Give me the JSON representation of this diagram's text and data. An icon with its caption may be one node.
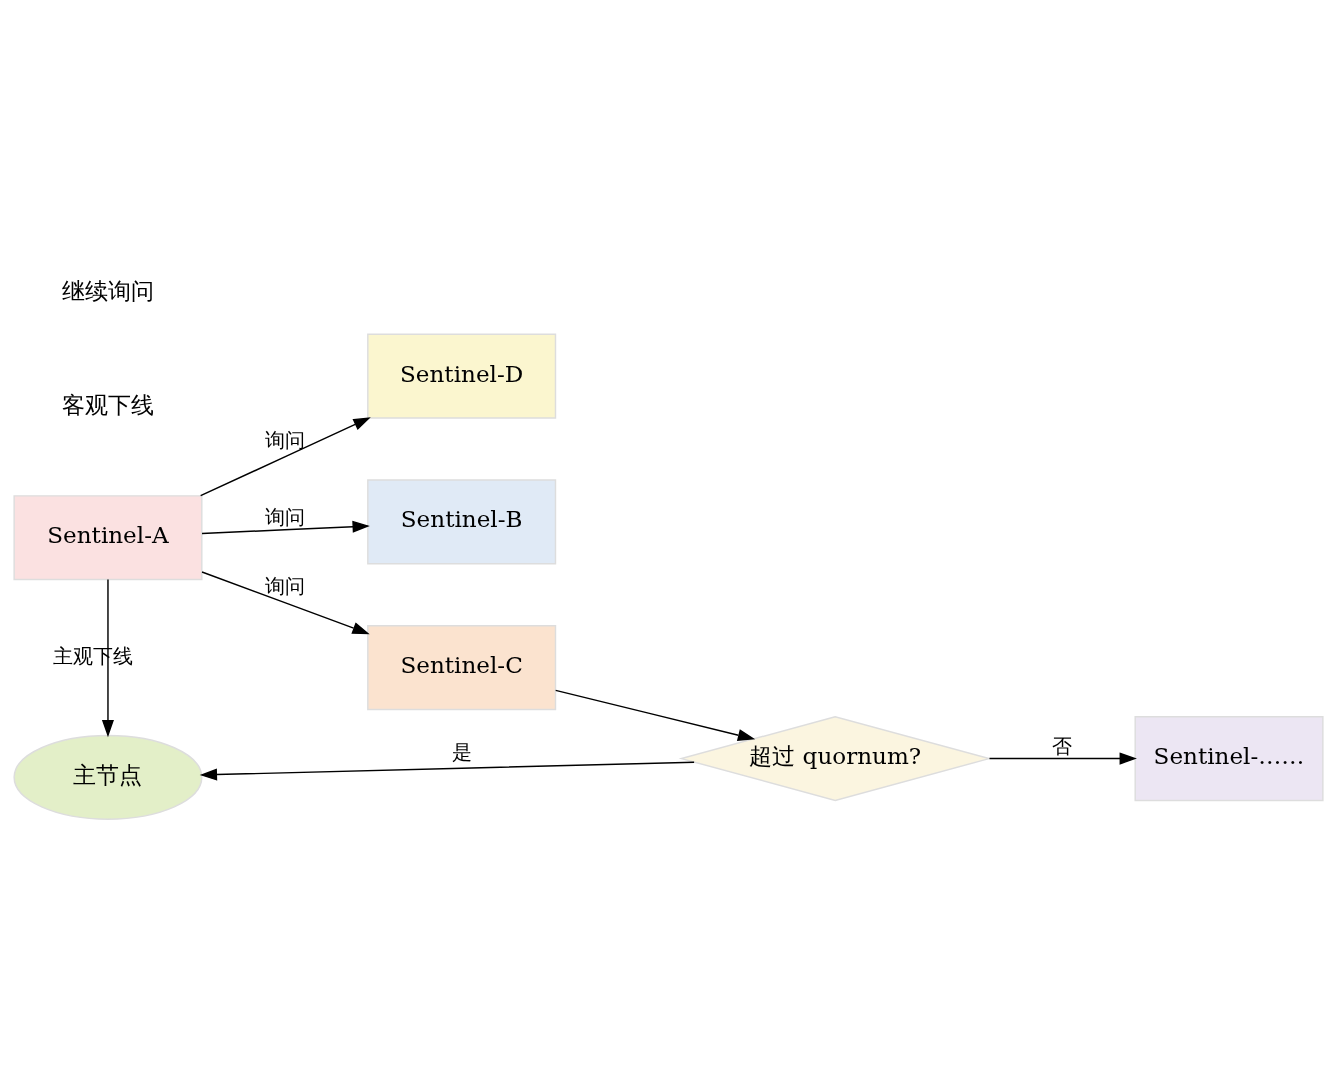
{
  "diagram": {
    "nodes": [
      {
        "text": [
          "主节点"
        ]
      },
      {
        "text": [
          "Sentinel-A"
        ]
      },
      {
        "text": [
          "Sentinel-B"
        ]
      },
      {
        "text": [
          "Sentinel-C"
        ]
      },
      {
        "text": [
          "Sentinel-D"
        ]
      },
      {
        "text": [
          "Sentinel-……"
        ]
      },
      {
        "text": [
          "超过 quornum?"
        ]
      }
    ],
    "edges": [
      {
        "from": 1,
        "to": 0,
        "arrow": "to",
        "label": "主观下线"
      },
      {
        "from": 1,
        "to": 2,
        "arrow": "to",
        "label": "询问"
      },
      {
        "from": 1,
        "to": 3,
        "arrow": "to",
        "label": "询问"
      },
      {
        "from": 1,
        "to": 4,
        "arrow": "to",
        "label": "询问"
      },
      {
        "from": 3,
        "to": 6,
        "arrow": "to"
      },
      {
        "from": 6,
        "to": 0,
        "arrow": "to",
        "label": "是"
      },
      {
        "from": 6,
        "to": 5,
        "arrow": "to",
        "label": "否"
      }
    ],
    "labels": [
      "客观下线",
      "继续询问"
    ]
  }
}
